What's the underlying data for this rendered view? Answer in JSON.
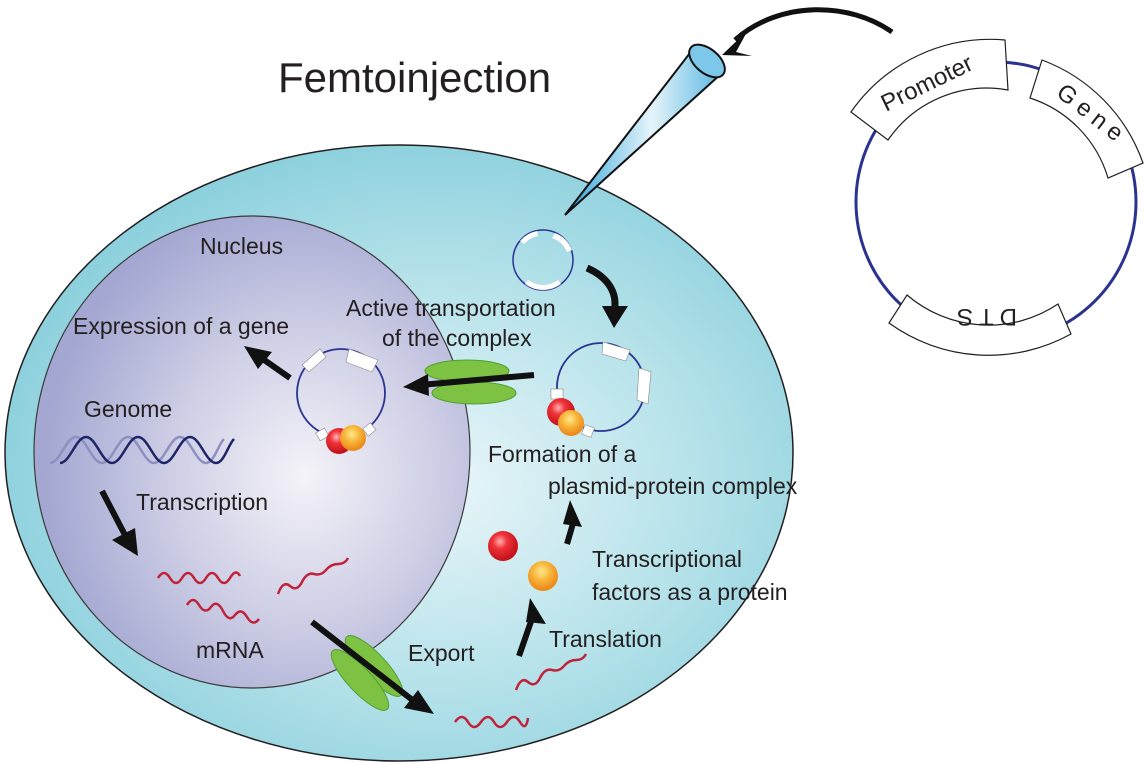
{
  "title": "Femtoinjection",
  "colors": {
    "cytoplasm": "#8fd3df",
    "nucleus": "#a9acd4",
    "plasmid_ring": "#2b3390",
    "mrna": "#c0223a",
    "pore": "#7dc243",
    "protein_red": "#e8202a",
    "protein_orange": "#f6a623",
    "arrow": "#111111"
  },
  "plasmid": {
    "segments": [
      "Promoter",
      "Gene",
      "DTS"
    ]
  },
  "labels": {
    "nucleus": "Nucleus",
    "expression": "Expression of a gene",
    "active_transport_1": "Active transportation",
    "active_transport_2": "of the complex",
    "genome": "Genome",
    "transcription": "Transcription",
    "mrna": "mRNA",
    "export": "Export",
    "translation": "Translation",
    "tf_1": "Transcriptional",
    "tf_2": "factors as a protein",
    "formation_1": "Formation of a",
    "formation_2": "plasmid-protein complex"
  }
}
